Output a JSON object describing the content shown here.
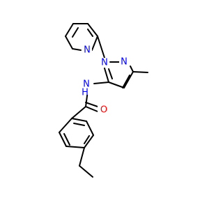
{
  "molecule": {
    "atom_labels": {
      "pyridine_n": "N",
      "pyrazole_n1": "N",
      "pyrazole_n2": "N",
      "amide_n": "N",
      "amide_h": "H",
      "carbonyl_o": "O"
    },
    "colors": {
      "bond": "#000000",
      "nitrogen": "#0000ff",
      "oxygen": "#ff0000",
      "background": "#ffffff"
    }
  }
}
